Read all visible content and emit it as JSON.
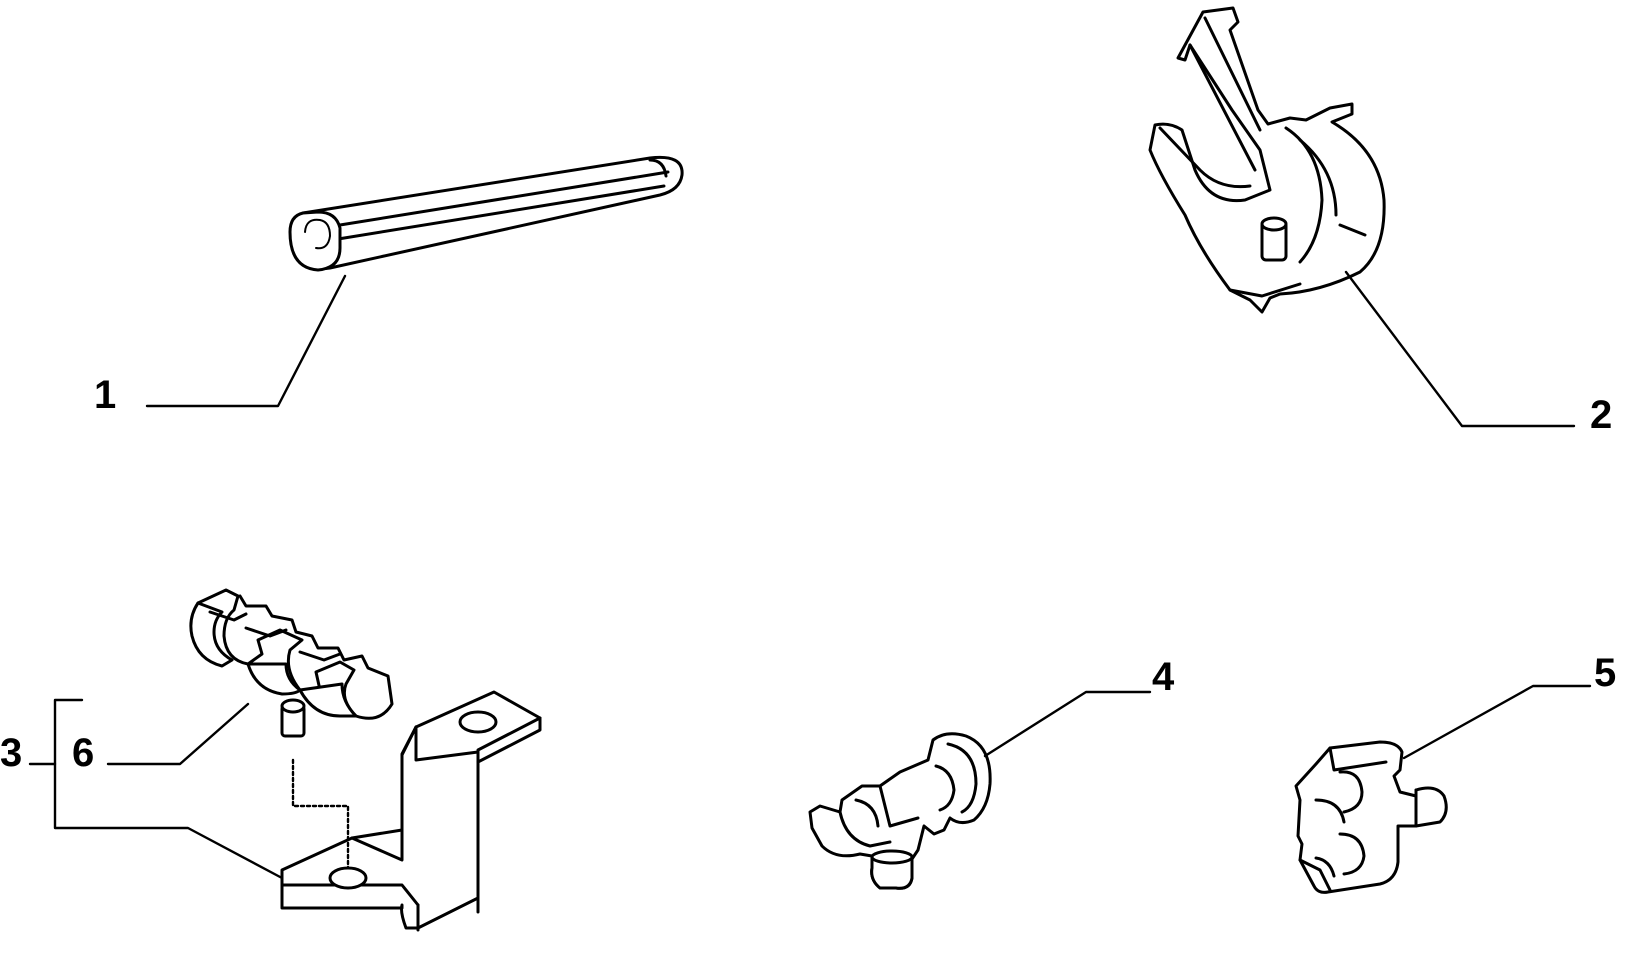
{
  "callouts": {
    "c1": "1",
    "c2": "2",
    "c3": "3",
    "c4": "4",
    "c5": "5",
    "c6": "6"
  },
  "colors": {
    "background": "#ffffff",
    "line": "#000000"
  }
}
